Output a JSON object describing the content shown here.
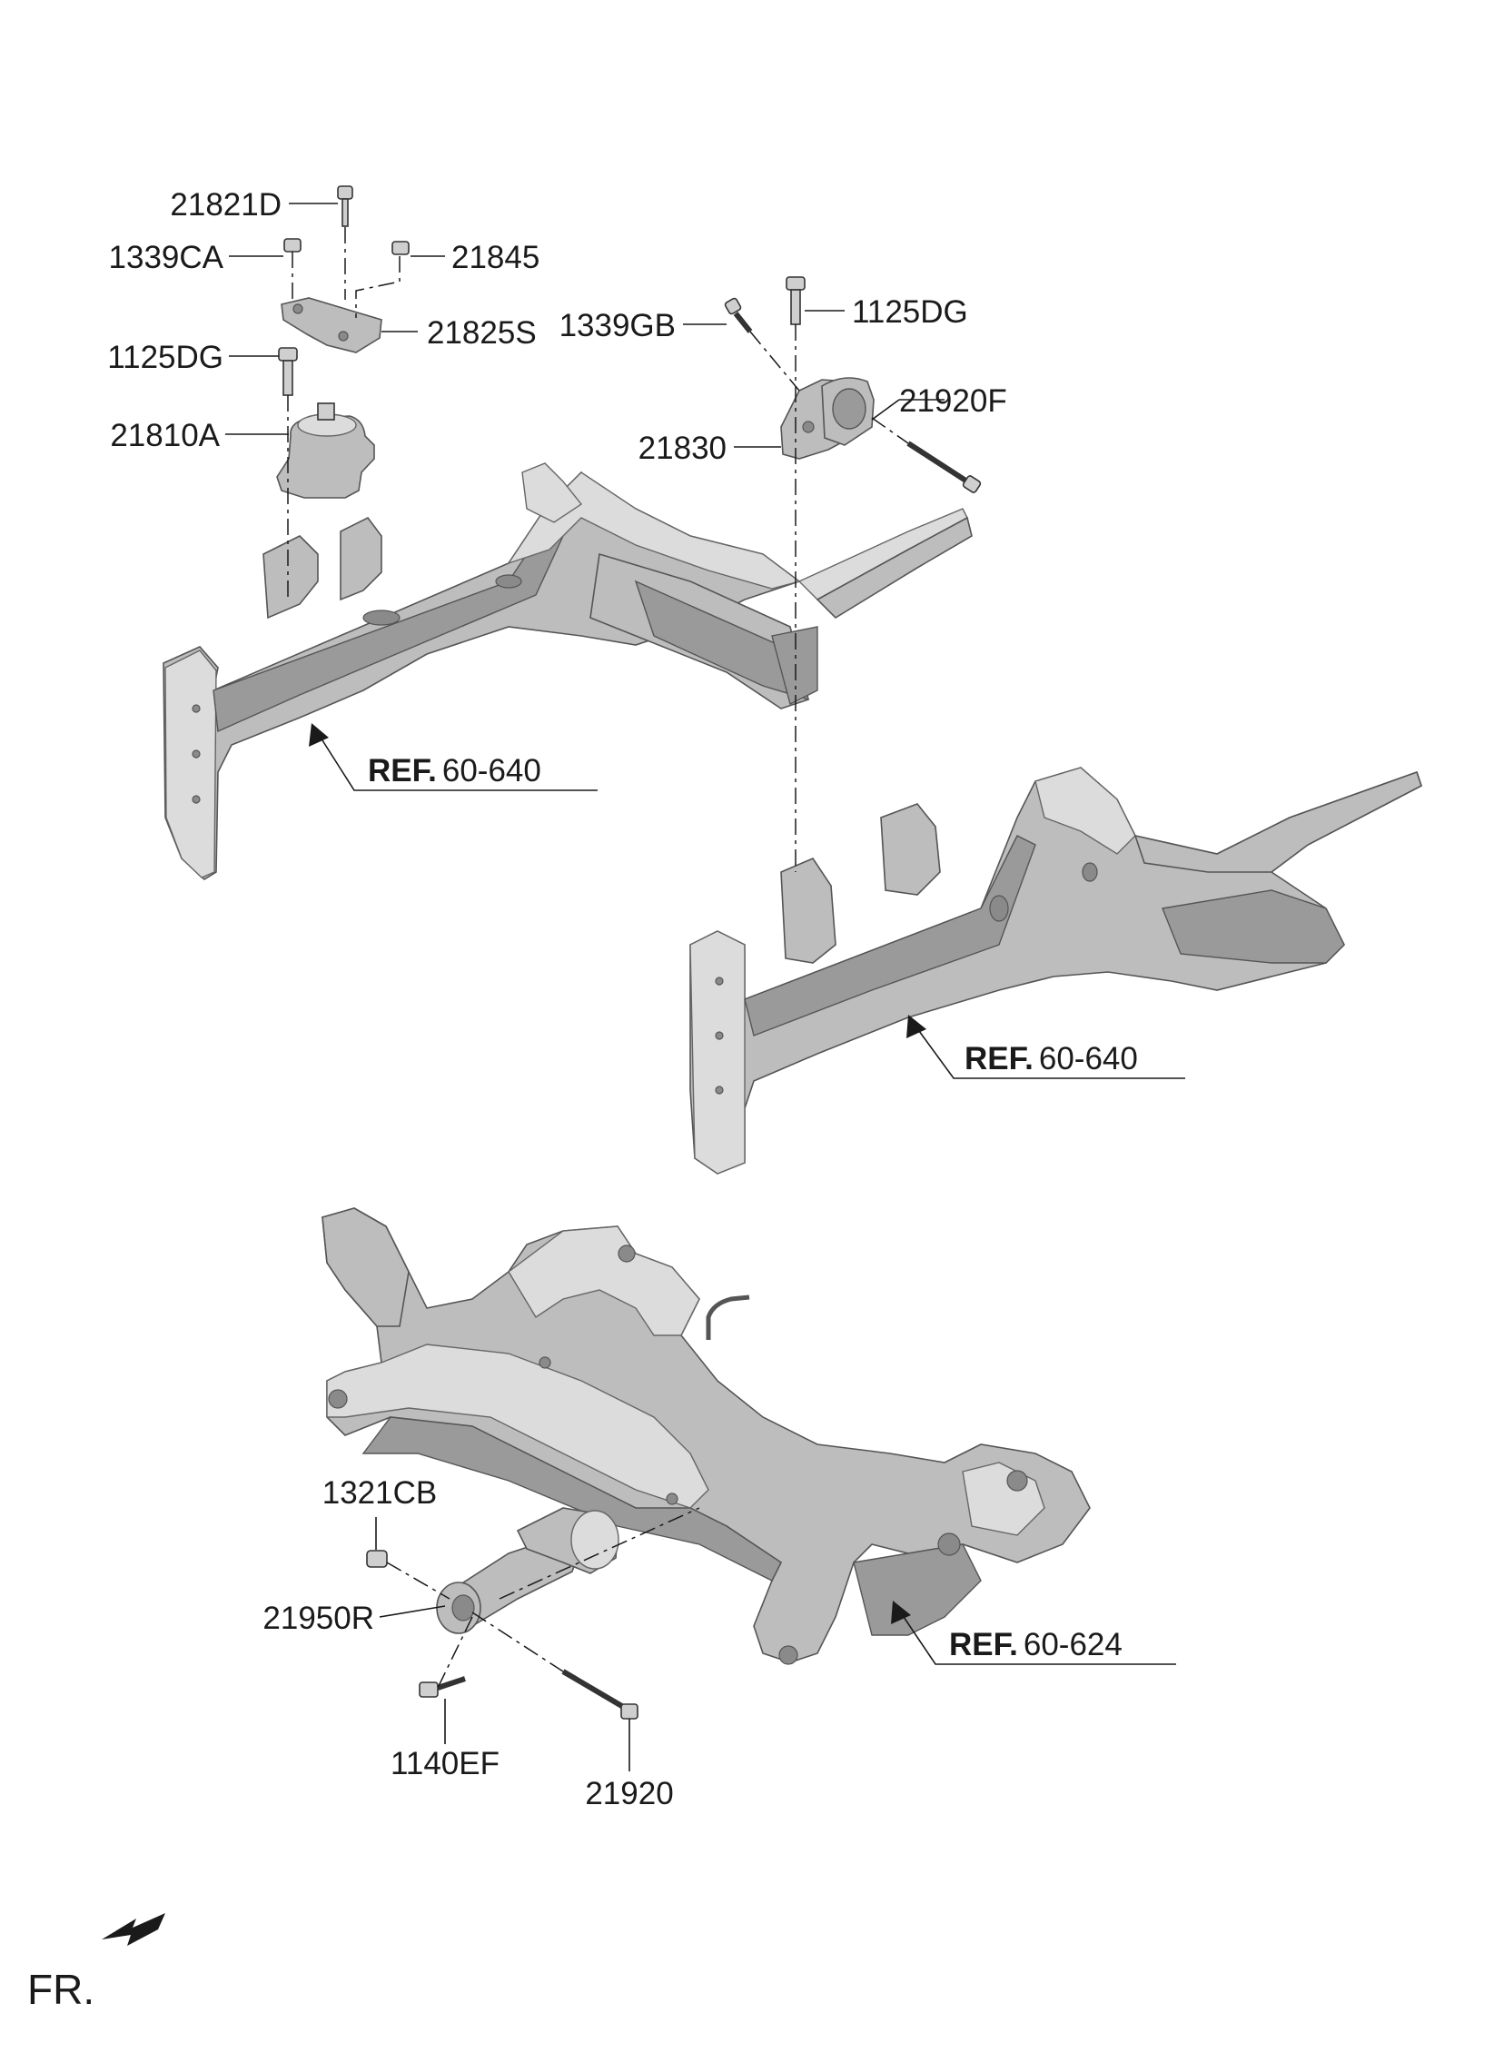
{
  "callouts": {
    "c_21821D": "21821D",
    "c_1339CA": "1339CA",
    "c_21845": "21845",
    "c_21825S": "21825S",
    "c_1125DG_left": "1125DG",
    "c_21810A": "21810A",
    "c_1339GB": "1339GB",
    "c_1125DG_right": "1125DG",
    "c_21920F": "21920F",
    "c_21830": "21830",
    "c_1321CB": "1321CB",
    "c_21950R": "21950R",
    "c_1140EF": "1140EF",
    "c_21920": "21920"
  },
  "references": [
    {
      "prefix": "REF.",
      "code": "60-640"
    },
    {
      "prefix": "REF.",
      "code": "60-640"
    },
    {
      "prefix": "REF.",
      "code": "60-624"
    }
  ],
  "orientation": {
    "label": "FR."
  }
}
